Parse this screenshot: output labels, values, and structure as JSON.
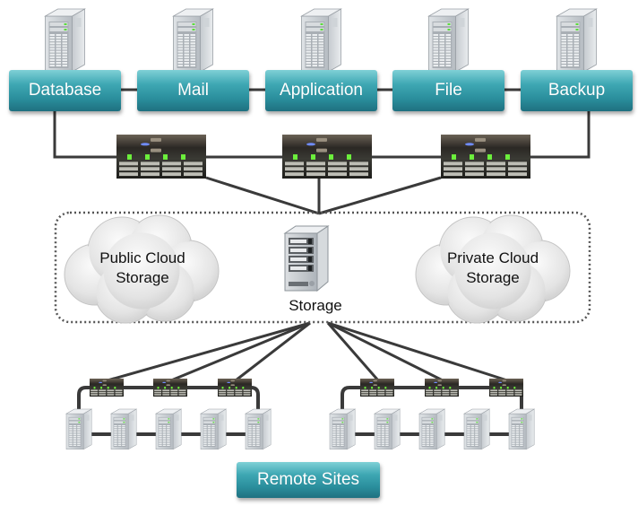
{
  "diagram": {
    "type": "network-storage-topology",
    "colors": {
      "box_teal": "#2a8e9c",
      "box_text": "#ffffff",
      "line": "#3a3a3a",
      "dotted_border": "#555555",
      "cloud": "#e6e6e6",
      "server_body": "#c9ced3",
      "rack_led": "#5bdc3c"
    },
    "top_servers": [
      {
        "label": "Database",
        "icon": "tower-server-icon"
      },
      {
        "label": "Mail",
        "icon": "tower-server-icon"
      },
      {
        "label": "Application",
        "icon": "tower-server-icon"
      },
      {
        "label": "File",
        "icon": "tower-server-icon"
      },
      {
        "label": "Backup",
        "icon": "tower-server-icon"
      }
    ],
    "switches": [
      {
        "icon": "rack-switch-icon"
      },
      {
        "icon": "rack-switch-icon"
      },
      {
        "icon": "rack-switch-icon"
      }
    ],
    "storage_zone": {
      "public_cloud": {
        "line1": "Public Cloud",
        "line2": "Storage",
        "icon": "cloud-icon"
      },
      "storage": {
        "label": "Storage",
        "icon": "nas-storage-icon"
      },
      "private_cloud": {
        "line1": "Private Cloud",
        "line2": "Storage",
        "icon": "cloud-icon"
      }
    },
    "remote_sites": {
      "label": "Remote Sites",
      "groups": [
        {
          "switches": 3,
          "servers": 5
        },
        {
          "switches": 3,
          "servers": 5
        }
      ]
    }
  }
}
